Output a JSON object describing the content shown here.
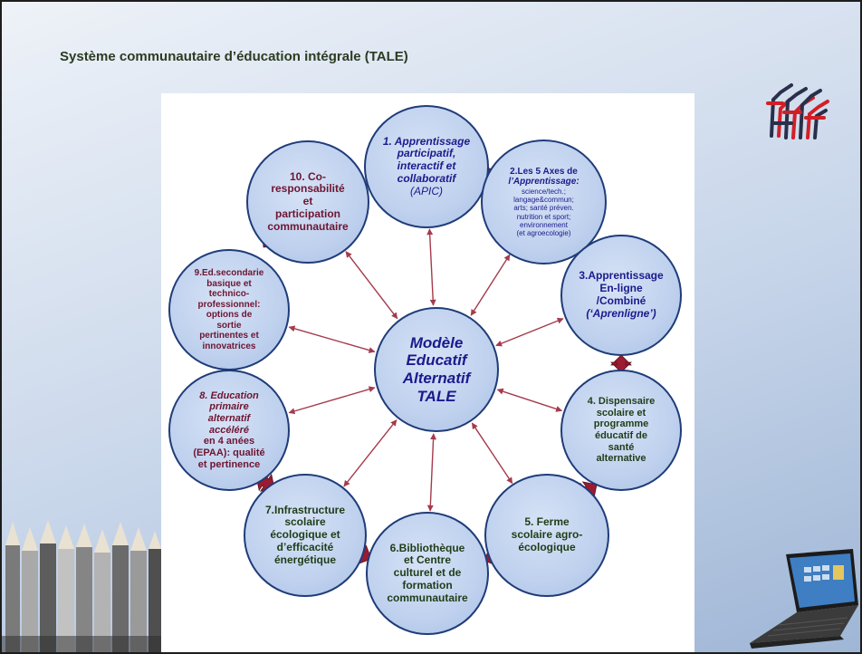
{
  "slide": {
    "title": "Système communautaire d’éducation intégrale (TALE)"
  },
  "center": {
    "line1": "Modèle",
    "line2": "Educatif",
    "line3": "Alternatif",
    "line4": "TALE"
  },
  "nodes": [
    {
      "id": "n1",
      "lines": [
        "1. Apprentissage",
        "participatif,",
        "interactif et",
        "collaboratif",
        "(APIC)"
      ]
    },
    {
      "id": "n2",
      "lines": [
        "2.Les 5 Axes de",
        "l’Apprentissage:",
        "science/tech.;",
        "langage&commun;",
        "arts; santé préven.",
        "nutrition et sport;",
        "environnement",
        "(et agroecologie)"
      ]
    },
    {
      "id": "n3",
      "lines": [
        "3.Apprentissage",
        "En-ligne",
        "/Combiné",
        "(‘Aprenligne’)"
      ]
    },
    {
      "id": "n4",
      "lines": [
        "4. Dispensaire",
        "scolaire et",
        "programme",
        "éducatif de",
        "santé",
        "alternative"
      ]
    },
    {
      "id": "n5",
      "lines": [
        "5. Ferme",
        "scolaire agro-",
        "écologique"
      ]
    },
    {
      "id": "n6",
      "lines": [
        "6.Bibliothèque",
        "et Centre",
        "culturel et de",
        "formation",
        "communautaire"
      ]
    },
    {
      "id": "n7",
      "lines": [
        "7.Infrastructure",
        "scolaire",
        "écologique et",
        "d’efficacité",
        "énergétique"
      ]
    },
    {
      "id": "n8",
      "lines": [
        "8. Education",
        "primaire",
        "alternatif",
        "accéléré",
        "en 4 anées",
        "(EPAA): qualité",
        "et pertinence"
      ]
    },
    {
      "id": "n9",
      "lines": [
        "9.Ed.secondarie",
        "basique et",
        "technico-",
        "professionnel:",
        "options de",
        "sortie",
        "pertinentes et",
        "innovatrices"
      ]
    },
    {
      "id": "n10",
      "lines": [
        "10. Co-",
        "responsabilité",
        "et",
        "participation",
        "communautaire"
      ]
    }
  ],
  "colors": {
    "node_fill": "#bfd1ee",
    "node_border": "#1f3c79",
    "arrow": "#9b1b30",
    "text_navy": "#1c1a8c",
    "text_green": "#1e3d18",
    "text_maroon": "#6d1632"
  },
  "icons": [
    "tale-logo-icon",
    "colored-pencils-image",
    "laptop-image"
  ]
}
